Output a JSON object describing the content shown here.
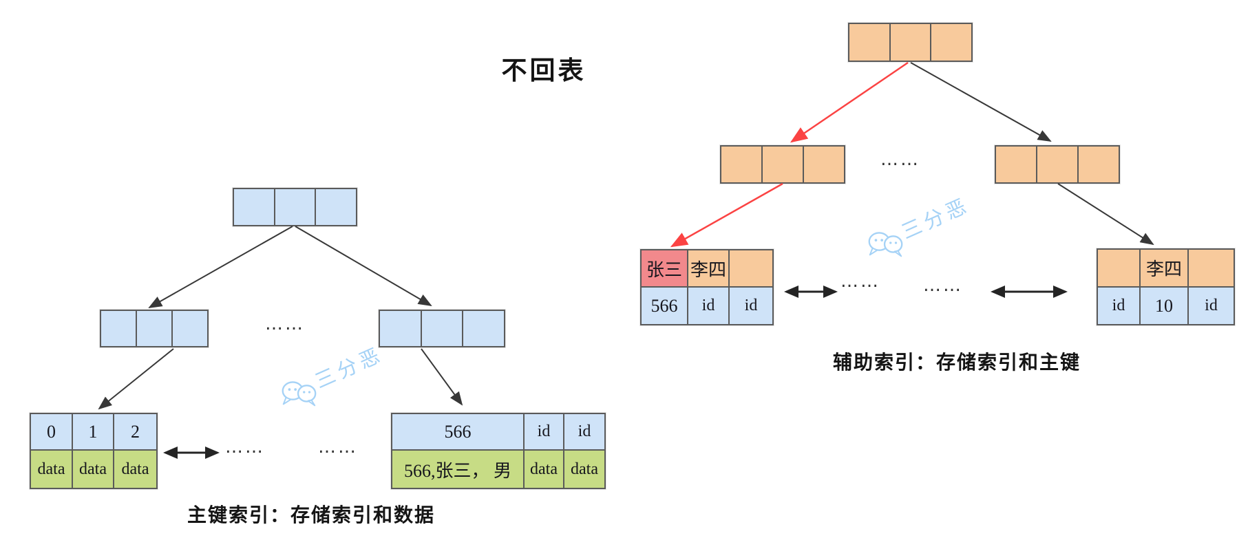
{
  "title": "不回表",
  "watermark": {
    "text": "三分恶",
    "color": "#a5d2f6"
  },
  "colors": {
    "node_blue": "#cfe3f8",
    "node_orange": "#f8ca9c",
    "cell_green": "#c7dc85",
    "cell_pink": "#f2898c",
    "arrow_black": "#383838",
    "arrow_red": "#fb4343",
    "border_gray": "#5a5a5a"
  },
  "left_tree": {
    "caption": "主键索引：存储索引和数据",
    "root": {
      "cells": [
        "",
        "",
        ""
      ]
    },
    "mid_left": {
      "cells": [
        "",
        "",
        ""
      ]
    },
    "mid_dots": "……",
    "mid_right": {
      "cells": [
        "",
        "",
        ""
      ]
    },
    "leaf_left": {
      "keys": [
        "0",
        "1",
        "2"
      ],
      "values": [
        "data",
        "data",
        "data"
      ]
    },
    "link_dots_1": "……",
    "link_dots_2": "……",
    "leaf_right": {
      "keys": [
        "566",
        "id",
        "id"
      ],
      "values": [
        "566,张三， 男",
        "data",
        "data"
      ]
    }
  },
  "right_tree": {
    "caption": "辅助索引：存储索引和主键",
    "root": {
      "cells": [
        "",
        "",
        ""
      ]
    },
    "mid_left": {
      "cells": [
        "",
        "",
        ""
      ]
    },
    "mid_dots": "……",
    "mid_right": {
      "cells": [
        "",
        "",
        ""
      ]
    },
    "leaf_left": {
      "keys": [
        "张三",
        "李四",
        ""
      ],
      "values": [
        "566",
        "id",
        "id"
      ]
    },
    "link_dots_1": "……",
    "link_dots_2": "……",
    "leaf_right": {
      "keys": [
        "",
        "李四",
        ""
      ],
      "values": [
        "id",
        "10",
        "id"
      ]
    }
  }
}
